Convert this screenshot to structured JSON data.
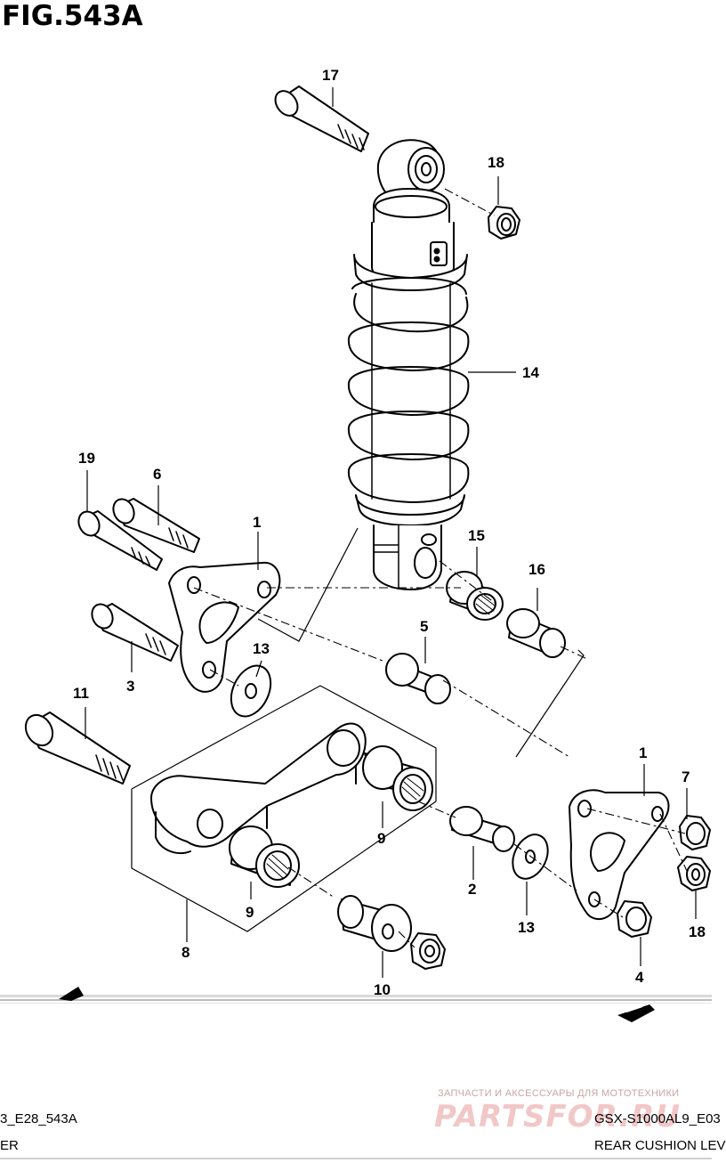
{
  "figure": {
    "title": "FIG.543A"
  },
  "callouts": [
    {
      "id": "c17",
      "label": "17"
    },
    {
      "id": "c18a",
      "label": "18"
    },
    {
      "id": "c14",
      "label": "14"
    },
    {
      "id": "c19",
      "label": "19"
    },
    {
      "id": "c6",
      "label": "6"
    },
    {
      "id": "c1a",
      "label": "1"
    },
    {
      "id": "c15",
      "label": "15"
    },
    {
      "id": "c16",
      "label": "16"
    },
    {
      "id": "c3",
      "label": "3"
    },
    {
      "id": "c13a",
      "label": "13"
    },
    {
      "id": "c5",
      "label": "5"
    },
    {
      "id": "c11",
      "label": "11"
    },
    {
      "id": "c1b",
      "label": "1"
    },
    {
      "id": "c7",
      "label": "7"
    },
    {
      "id": "c9a",
      "label": "9"
    },
    {
      "id": "c9b",
      "label": "9"
    },
    {
      "id": "c2",
      "label": "2"
    },
    {
      "id": "c13b",
      "label": "13"
    },
    {
      "id": "c18b",
      "label": "18"
    },
    {
      "id": "c8",
      "label": "8"
    },
    {
      "id": "c10",
      "label": "10"
    },
    {
      "id": "c4",
      "label": "4"
    }
  ],
  "watermark": {
    "tagline": "ЗАПЧАСТИ И АКСЕССУАРЫ ДЛЯ МОТОТЕХНИКИ",
    "logo": "PARTSFOR.RU"
  },
  "footer": {
    "code_left": "3_E28_543A",
    "model_right": "GSX-S1000AL9_E03",
    "name_left": "ER",
    "name_right": "REAR CUSHION LEV"
  }
}
